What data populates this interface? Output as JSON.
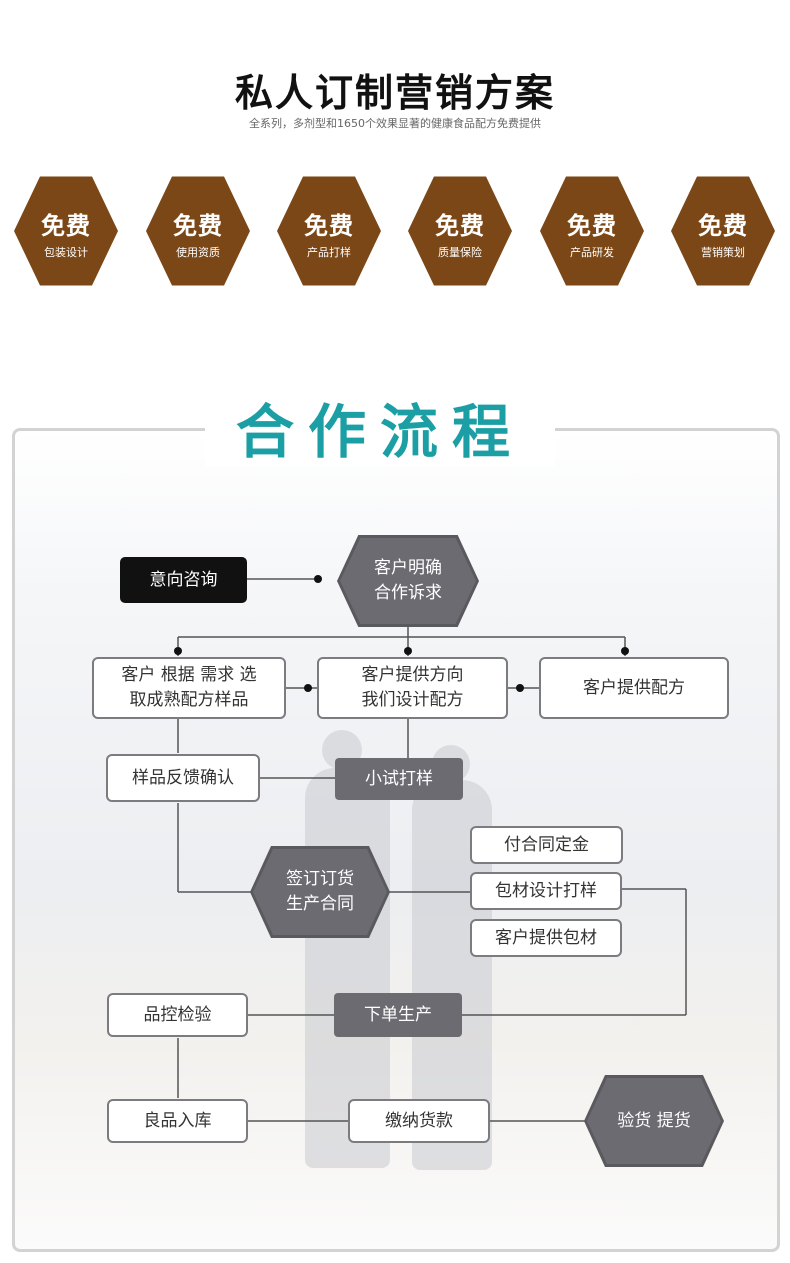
{
  "header": {
    "title": "私人订制营销方案",
    "subtitle": "全系列，多剂型和1650个效果显著的健康食品配方免费提供"
  },
  "services": [
    {
      "big": "免费",
      "small": "包装设计",
      "icon": "brown-hexagon"
    },
    {
      "big": "免费",
      "small": "使用资质",
      "icon": "brown-hexagon"
    },
    {
      "big": "免费",
      "small": "产品打样",
      "icon": "brown-hexagon"
    },
    {
      "big": "免费",
      "small": "质量保险",
      "icon": "brown-hexagon"
    },
    {
      "big": "免费",
      "small": "产品研发",
      "icon": "brown-hexagon"
    },
    {
      "big": "免费",
      "small": "营销策划",
      "icon": "brown-hexagon"
    }
  ],
  "flow": {
    "title": "合作流程",
    "nodes": {
      "intent_consult": "意向咨询",
      "client_requirement": "客户明确\n合作诉求",
      "select_formula": "客户 根据 需求 选\n取成熟配方样品",
      "design_formula": "客户提供方向\n我们设计配方",
      "client_formula": "客户提供配方",
      "sample_feedback": "样品反馈确认",
      "trial_sample": "小试打样",
      "deposit": "付合同定金",
      "sign_contract": "签订订货\n生产合同",
      "package_design": "包材设计打样",
      "client_package": "客户提供包材",
      "quality_check": "品控检验",
      "place_order": "下单生产",
      "warehouse": "良品入库",
      "payment": "缴纳货款",
      "inspect_pickup": "验货 提货"
    }
  },
  "colors": {
    "brand_brown": "#7b4716",
    "title_teal": "#1b9fa5",
    "node_dark": "#6c6b72",
    "node_black": "#111111"
  }
}
